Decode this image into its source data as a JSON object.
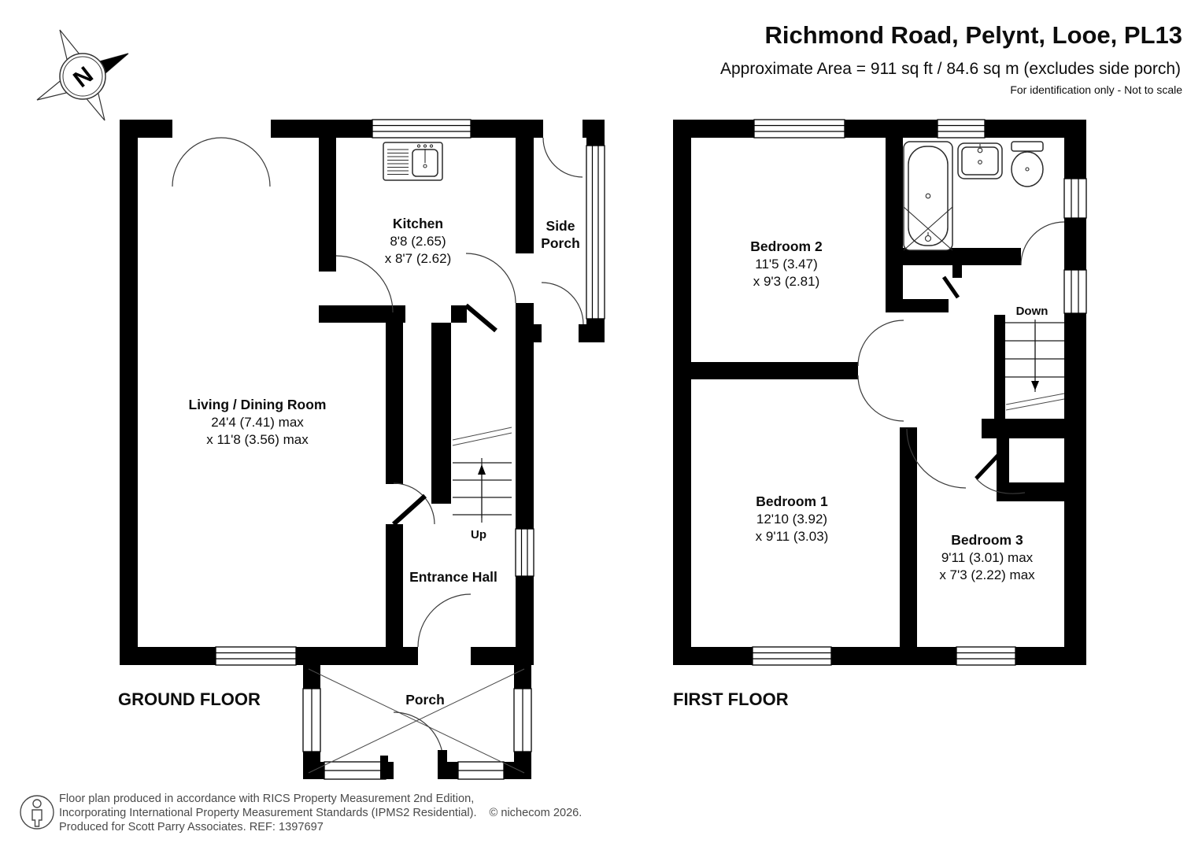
{
  "header": {
    "title": "Richmond Road, Pelynt, Looe, PL13",
    "subtitle": "Approximate Area = 911 sq ft / 84.6 sq m (excludes side porch)",
    "note": "For identification only - Not to scale"
  },
  "compass": {
    "north_label": "N"
  },
  "ground_floor": {
    "title": "GROUND FLOOR",
    "stairs": {
      "label": "Up"
    },
    "rooms": {
      "living_dining": {
        "name": "Living / Dining Room",
        "dim1": "24'4 (7.41) max",
        "dim2": "x 11'8 (3.56) max"
      },
      "kitchen": {
        "name": "Kitchen",
        "dim1": "8'8 (2.65)",
        "dim2": "x 8'7 (2.62)"
      },
      "side_porch": {
        "line1": "Side",
        "line2": "Porch"
      },
      "entrance_hall": {
        "name": "Entrance Hall"
      },
      "porch": {
        "name": "Porch"
      }
    }
  },
  "first_floor": {
    "title": "FIRST FLOOR",
    "stairs": {
      "label": "Down"
    },
    "rooms": {
      "bedroom2": {
        "name": "Bedroom 2",
        "dim1": "11'5 (3.47)",
        "dim2": "x 9'3 (2.81)"
      },
      "bedroom1": {
        "name": "Bedroom 1",
        "dim1": "12'10 (3.92)",
        "dim2": "x 9'11 (3.03)"
      },
      "bedroom3": {
        "name": "Bedroom 3",
        "dim1": "9'11 (3.01) max",
        "dim2": "x 7'3 (2.22) max"
      }
    }
  },
  "footer": {
    "line1": "Floor plan produced in accordance with RICS Property Measurement 2nd Edition,",
    "line2": "Incorporating International Property Measurement Standards (IPMS2 Residential).",
    "copyright": "© nichecom 2026.",
    "line3": "Produced for Scott Parry Associates.   REF: 1397697"
  },
  "colors": {
    "wall": "#000000",
    "background": "#ffffff",
    "footer_text": "#4a4a4a"
  }
}
